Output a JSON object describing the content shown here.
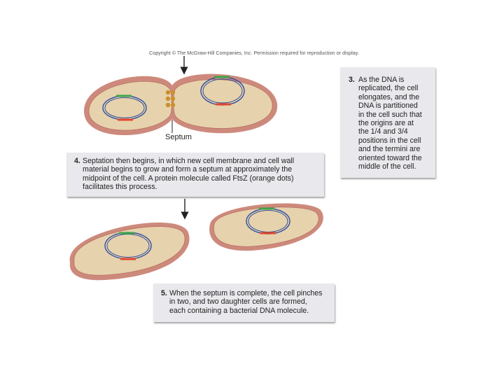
{
  "copyright": "Copyright © The McGraw-Hill Companies, Inc. Permission required for reproduction or display.",
  "labels": {
    "septum": "Septum"
  },
  "steps": [
    {
      "number": "3.",
      "lines": [
        "As the DNA is",
        "replicated, the cell",
        "elongates, and the",
        "DNA is partitioned",
        "in the cell such that",
        "the origins are at",
        "the 1/4 and 3/4",
        "positions in the cell",
        "and the termini are",
        "oriented toward the",
        "middle of the cell."
      ]
    },
    {
      "number": "4.",
      "lines": [
        "Septation then begins, in which new cell membrane and cell wall",
        "material begins to grow and form a septum at approximately the",
        "midpoint of the cell. A protein molecule called FtsZ (orange dots)",
        "facilitates this process."
      ]
    },
    {
      "number": "5.",
      "lines": [
        "When the septum is complete, the cell pinches",
        "in two, and two daughter cells are formed,",
        "each containing a bacterial DNA molecule."
      ]
    }
  ],
  "colors": {
    "cell_wall": "#cd8a7c",
    "cytoplasm": "#e6d2ac",
    "dna": "#2f4ea1",
    "origin": "#3fa44a",
    "terminus": "#e0462d",
    "ftsz": "#c9902f",
    "textbox_bg": "#e9e9ed"
  }
}
